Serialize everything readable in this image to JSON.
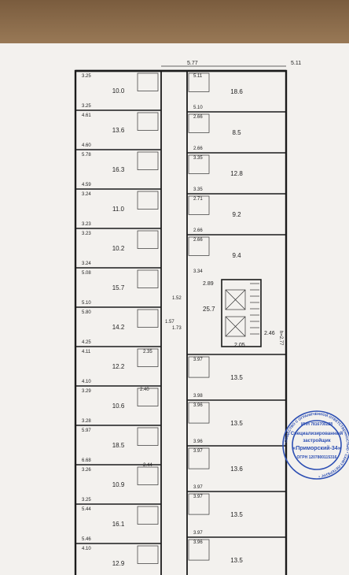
{
  "plan": {
    "top_dims": [
      "5.77",
      "5.11"
    ],
    "left_column": [
      {
        "labels": [
          "3.25",
          "3.25"
        ],
        "area": "10.0"
      },
      {
        "labels": [
          "4.61",
          "4.60"
        ],
        "area": "13.6"
      },
      {
        "labels": [
          "5.78",
          "4.59"
        ],
        "area": "16.3"
      },
      {
        "labels": [
          "3.24",
          "3.23"
        ],
        "area": "11.0"
      },
      {
        "labels": [
          "3.23",
          "3.24"
        ],
        "area": "10.2"
      },
      {
        "labels": [
          "5.08",
          "5.10"
        ],
        "area": "15.7"
      },
      {
        "labels": [
          "5.80",
          "4.25"
        ],
        "area": "14.2"
      },
      {
        "labels": [
          "4.11",
          "4.10"
        ],
        "area": "12.2"
      },
      {
        "labels": [
          "3.29",
          "3.28"
        ],
        "area": "10.6"
      },
      {
        "labels": [
          "5.97",
          "6.68"
        ],
        "area": "18.5"
      },
      {
        "labels": [
          "3.26",
          "3.25"
        ],
        "area": "10.9"
      },
      {
        "labels": [
          "5.44",
          "5.46"
        ],
        "area": "16.1"
      },
      {
        "labels": [
          "4.10"
        ],
        "area": "12.9"
      }
    ],
    "right_column": [
      {
        "labels": [
          "5.11",
          "5.10"
        ],
        "area": "18.6"
      },
      {
        "labels": [
          "2.66",
          "2.66"
        ],
        "area": "8.5"
      },
      {
        "labels": [
          "3.35",
          "3.35"
        ],
        "area": "12.8"
      },
      {
        "labels": [
          "2.71",
          "2.66"
        ],
        "area": "9.2"
      },
      {
        "labels": [
          "2.66",
          "3.34"
        ],
        "area": "9.4"
      },
      {
        "labels": [
          "3.97",
          "3.98"
        ],
        "area": "13.5"
      },
      {
        "labels": [
          "3.96",
          "3.96"
        ],
        "area": "13.5"
      },
      {
        "labels": [
          "3.97",
          "3.97"
        ],
        "area": "13.6"
      },
      {
        "labels": [
          "3.97",
          "3.97"
        ],
        "area": "13.5"
      },
      {
        "labels": [
          "3.96",
          "3.96"
        ],
        "area": "13.5"
      }
    ],
    "core": {
      "labels": [
        "2.89",
        "2.05",
        "2.46"
      ],
      "area": "25.7",
      "note": "h=2.77"
    },
    "corridor_dims": [
      "1.52",
      "1.73",
      "1.57",
      "2.35",
      "2.40",
      "2.44"
    ]
  },
  "stamp": {
    "line1": "Специализированный",
    "line2": "застройщик",
    "line3": "«Приморский-34»",
    "inn": "ИНН 7816700228",
    "ogrn": "ОГРН 1207800115316",
    "ring": "* ОБЩЕСТВО С ОГРАНИЧЕННОЙ ОТВЕТСТВЕННОСТЬЮ * САНКТ-ПЕТЕРБУРГ *"
  }
}
